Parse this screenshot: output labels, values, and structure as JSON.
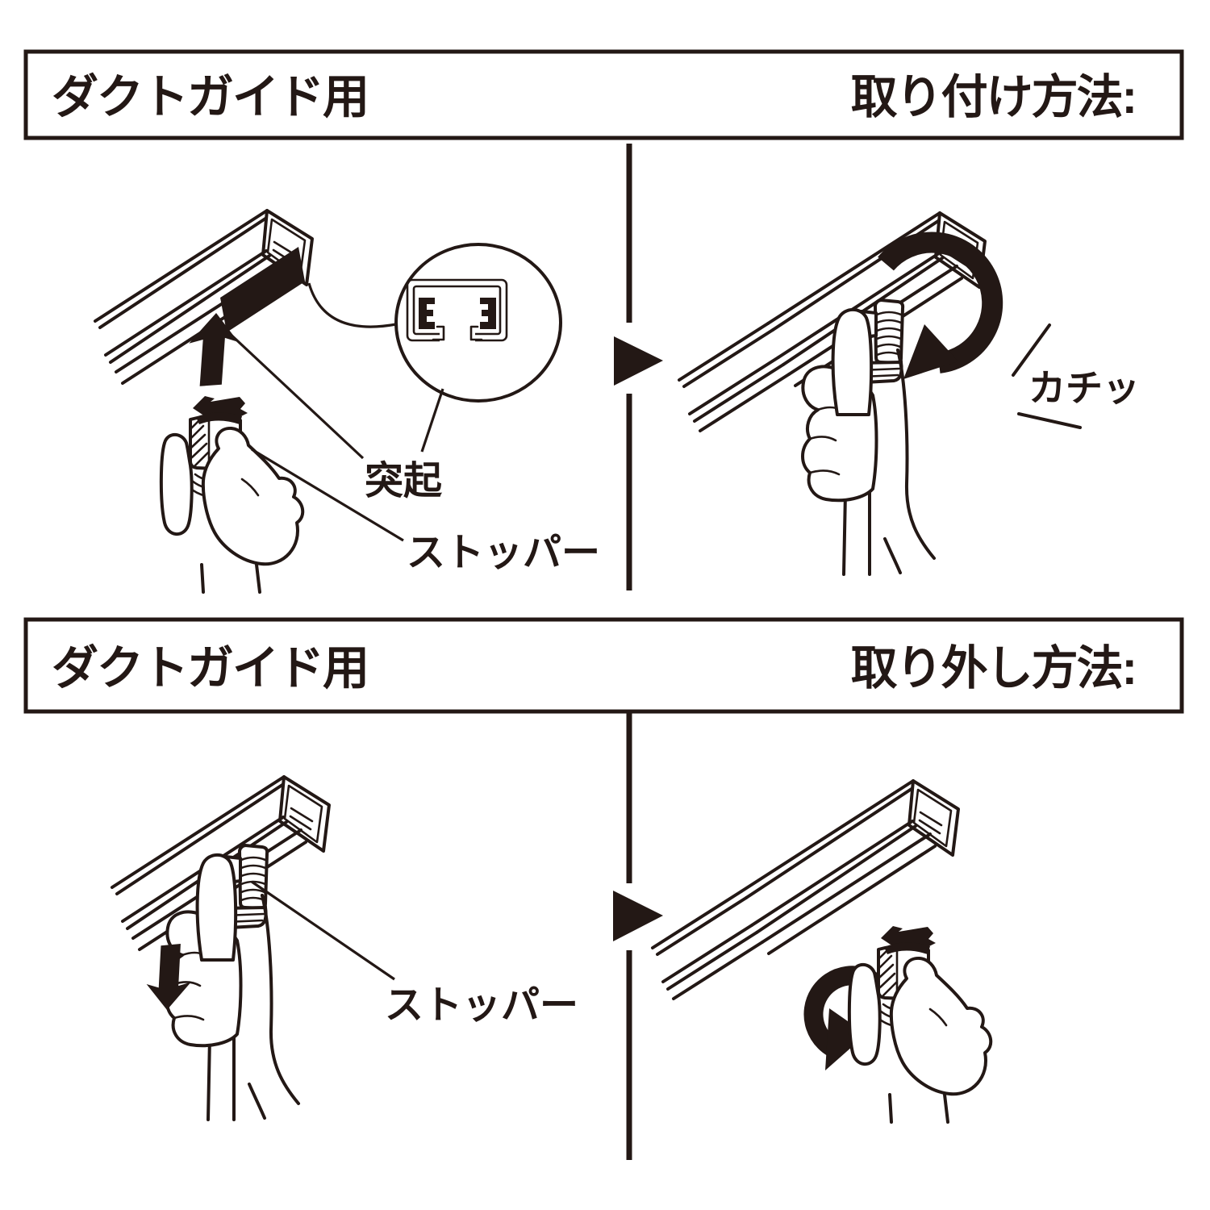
{
  "doc": {
    "ink_color": "#231815",
    "paper_color": "#ffffff",
    "sections": [
      {
        "id": "attach",
        "product": "ダクトガイド用",
        "method": "取り付け方法:",
        "labels": {
          "protrusion": "突起",
          "stopper": "ストッパー",
          "click_sound": "カチッ"
        }
      },
      {
        "id": "detach",
        "product": "ダクトガイド用",
        "method": "取り外し方法:",
        "labels": {
          "stopper": "ストッパー"
        }
      }
    ]
  }
}
